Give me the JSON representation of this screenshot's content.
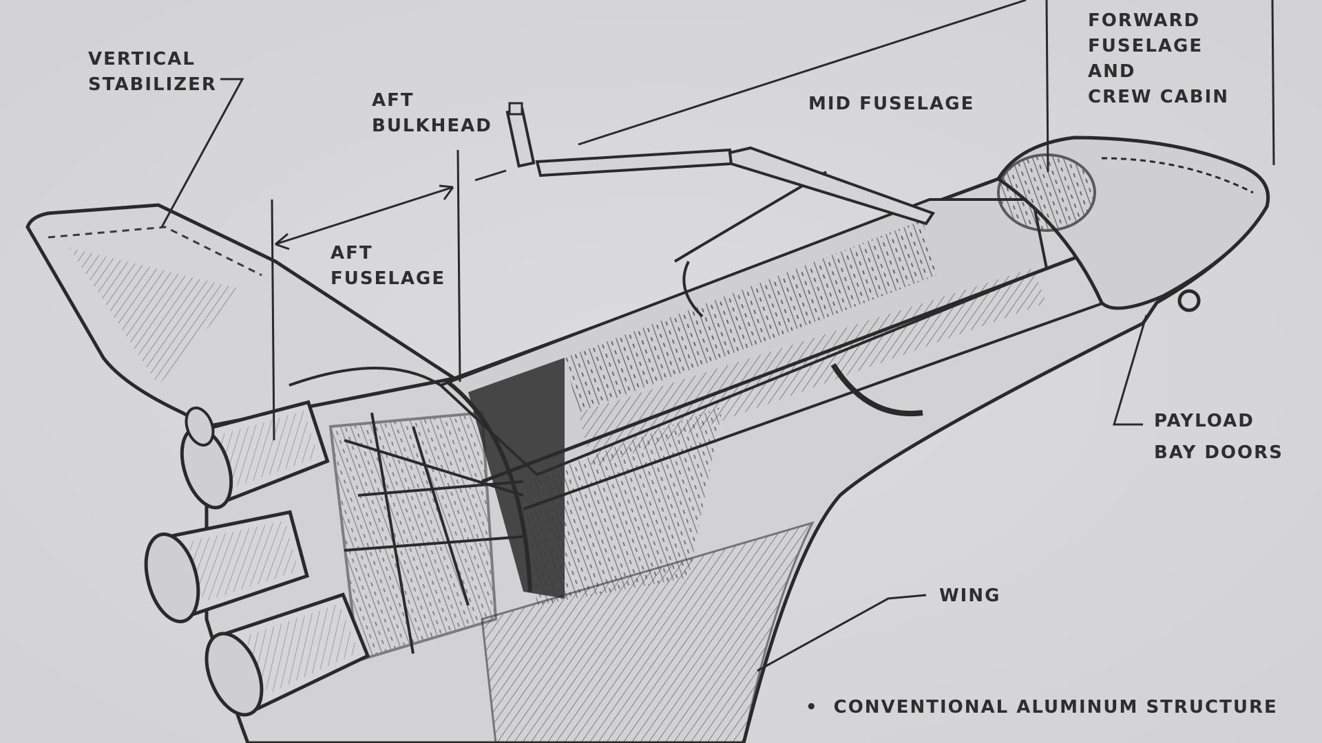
{
  "labels": {
    "vertical_stabilizer": [
      "VERTICAL",
      "STABILIZER"
    ],
    "aft_bulkhead": [
      "AFT",
      "BULKHEAD"
    ],
    "mid_fuselage": "MID FUSELAGE",
    "forward_fuselage": [
      "FORWARD",
      "FUSELAGE",
      "AND",
      "CREW CABIN"
    ],
    "aft_fuselage": [
      "AFT",
      "FUSELAGE"
    ],
    "payload_bay_doors": [
      "PAYLOAD",
      "BAY DOORS"
    ],
    "wing": "WING",
    "footnote_bullet": "•",
    "footnote": "CONVENTIONAL ALUMINUM STRUCTURE"
  },
  "colors": {
    "ink": "#2e2e2e",
    "paper": "#d6d6d8"
  }
}
